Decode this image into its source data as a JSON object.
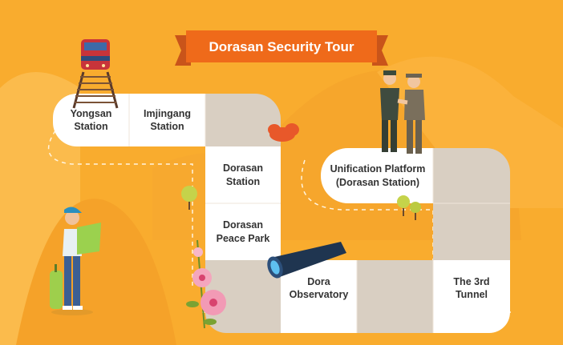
{
  "title": "Dorasan Security Tour",
  "stations": {
    "yongsan": "Yongsan\nStation",
    "imjingang": "Imjingang\nStation",
    "dorasan": "Dorasan\nStation",
    "peace_park": "Dorasan\nPeace Park",
    "observatory": "Dora\nObservatory",
    "third_tunnel": "The 3rd\nTunnel",
    "unification": "Unification Platform\n(Dorasan Station)"
  },
  "colors": {
    "background": "#f9ac2e",
    "banner": "#ef6a1a",
    "tile_white": "#ffffff",
    "tile_gray": "#d9cfc2"
  }
}
